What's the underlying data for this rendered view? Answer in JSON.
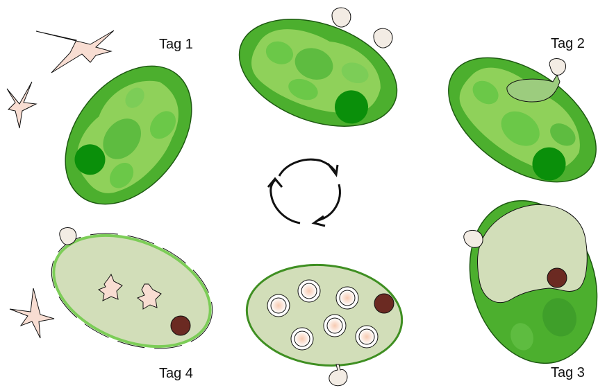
{
  "labels": {
    "day1": "Tag 1",
    "day2": "Tag 2",
    "day3": "Tag 3",
    "day4": "Tag 4"
  },
  "colors": {
    "cell_dark": "#4caf2e",
    "cell_light": "#8fd15a",
    "vacuole": "#d2deb9",
    "nucleus_green": "#0a8f0a",
    "nucleus_brown": "#6b2a22",
    "parasite": "#f8ddd2",
    "spore": "#f3ece4"
  },
  "icons": {
    "cycle": "cycle-arrows-icon"
  }
}
